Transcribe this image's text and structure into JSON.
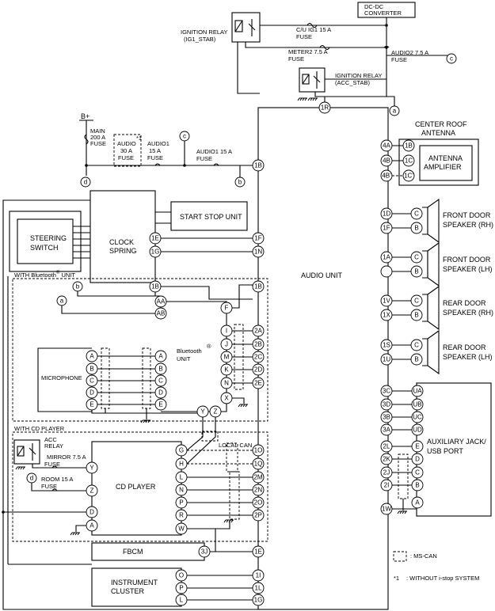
{
  "labels": {
    "dcdc": [
      "DC-DC",
      "CONVERTER"
    ],
    "ign_relay_ig1": [
      "IGNITION RELAY",
      "(IG1_STAB)"
    ],
    "cu_ig1_fuse": [
      "C/U IG1 15 A",
      "FUSE"
    ],
    "meter2_fuse": [
      "METER2 7.5 A",
      "FUSE"
    ],
    "audio2_fuse": [
      "AUDIO2 7.5 A",
      "FUSE"
    ],
    "ign_relay_acc": [
      "IGNITION RELAY",
      "(ACC_STAB)"
    ],
    "bplus": "B+",
    "main_fuse": [
      "MAIN",
      "200 A",
      "FUSE"
    ],
    "audio30_fuse": [
      "AUDIO",
      "30 A",
      "FUSE"
    ],
    "audio1_15_fuse": [
      "AUDIO1",
      "15 A",
      "FUSE"
    ],
    "audio1_fuse": [
      "AUDIO1 15 A",
      "FUSE"
    ],
    "star1": "*1",
    "center_roof": [
      "CENTER ROOF",
      "ANTENNA"
    ],
    "antenna_amp": [
      "ANTENNA",
      "AMPLIFIER"
    ],
    "start_stop": "START STOP UNIT",
    "steering": [
      "STEERING",
      "SWITCH"
    ],
    "clock": [
      "CLOCK",
      "SPRING"
    ],
    "with_bt": "WITH Bluetooth",
    "bt_unit_suffix": " UNIT",
    "registered": "®",
    "bt_unit": [
      "Bluetooth",
      "UNIT"
    ],
    "audio_unit": "AUDIO UNIT",
    "microphone": "MICROPHONE",
    "with_cd": "WITH CD PLAYER",
    "acc_relay": [
      "ACC",
      "RELAY"
    ],
    "mirror_fuse": [
      "MIRROR 7.5 A",
      "FUSE"
    ],
    "room_fuse": [
      "ROOM 15 A",
      "FUSE"
    ],
    "cd_player": "CD PLAYER",
    "local_can": "LOCAL CAN",
    "fbcm": "FBCM",
    "instrument": [
      "INSTRUMENT",
      "CLUSTER"
    ],
    "front_rh": [
      "FRONT DOOR",
      "SPEAKER (RH)"
    ],
    "front_lh": [
      "FRONT DOOR",
      "SPEAKER (LH)"
    ],
    "rear_rh": [
      "REAR DOOR",
      "SPEAKER (RH)"
    ],
    "rear_lh": [
      "REAR DOOR",
      "SPEAKER (LH)"
    ],
    "aux": [
      "AUXILIARY JACK/",
      "USB PORT"
    ],
    "ms_can": ": MS-CAN",
    "legend_star": [
      "*1",
      ": WITHOUT i-stop SYSTEM"
    ]
  },
  "refs": {
    "a": "a",
    "b": "b",
    "c": "c",
    "d": "d"
  },
  "pins": {
    "1R": "1R",
    "1B": "1B",
    "4A": "4A",
    "4B": "4B",
    "4B_": "4B'",
    "r1B": "1B",
    "r1C": "1C",
    "r1C_": "1C'",
    "1E": "1E",
    "1G": "1G",
    "1F": "1F",
    "1N": "1N",
    "cl1B": "1B",
    "AA": "AA",
    "AB": "AB",
    "F": "F",
    "I": "I",
    "J": "J",
    "M": "M",
    "K": "K",
    "N": "N",
    "X": "X",
    "Y": "Y",
    "Z": "Z",
    "2A": "2A",
    "2B": "2B",
    "2C": "2C",
    "2D": "2D",
    "2E": "2E",
    "A": "A",
    "B": "B",
    "C": "C",
    "D": "D",
    "E": "E",
    "G": "G",
    "H": "H",
    "L": "L",
    "P": "P",
    "R": "R",
    "W": "W",
    "1O": "1O",
    "1Q": "1Q",
    "2M": "2M",
    "2N": "2N",
    "2O": "2O",
    "2P": "2P",
    "3J": "3J",
    "1I": "1I",
    "1L": "1L",
    "O": "O",
    "1D": "1D",
    "1A": "1A",
    "1V": "1V",
    "1X": "1X",
    "1S": "1S",
    "1U": "1U",
    "3C": "3C",
    "3D": "3D",
    "3B": "3B",
    "3A": "3A",
    "2L": "2L",
    "2K": "2K",
    "2J": "2J",
    "2I": "2I",
    "1W": "1W",
    "UA": "UA",
    "UB": "UB",
    "UC": "UC",
    "UD": "UD"
  }
}
